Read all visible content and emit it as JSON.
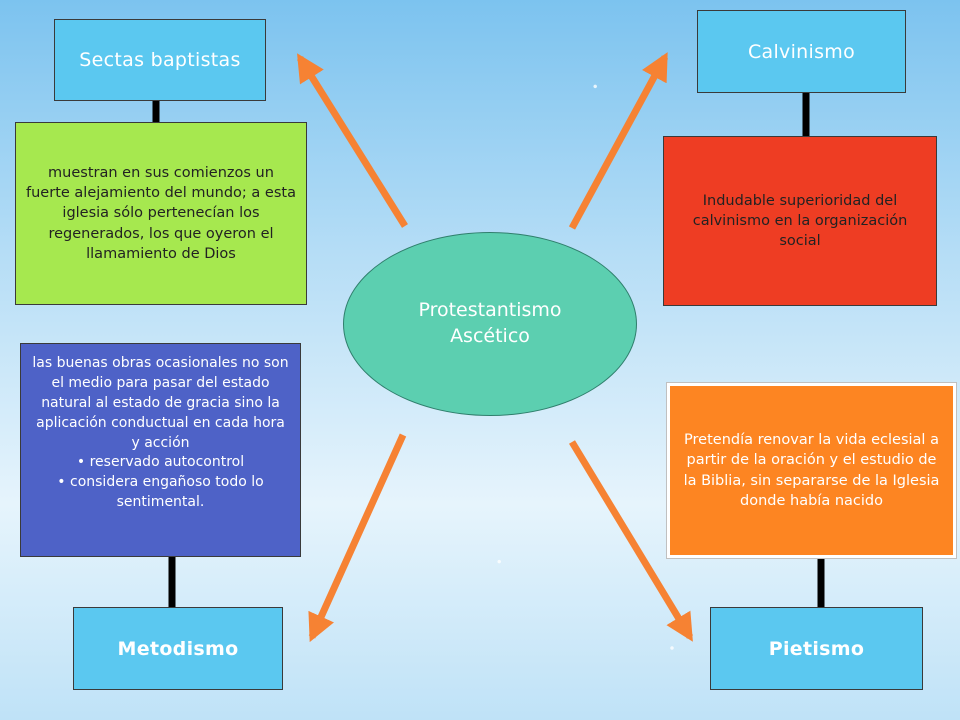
{
  "center": {
    "line1": "Protestantismo",
    "line2": "Ascético"
  },
  "branches": {
    "sectas": {
      "title": "Sectas baptistas",
      "text": "muestran en sus comienzos un fuerte alejamiento del mundo; a esta iglesia sólo pertenecían los regenerados, los que oyeron el llamamiento de Dios"
    },
    "calvinismo": {
      "title": "Calvinismo",
      "text": "Indudable superioridad del calvinismo en la organización social"
    },
    "metodismo": {
      "title": "Metodismo",
      "text": "las buenas obras ocasionales no son el medio para pasar del estado natural al estado de gracia sino la aplicación conductual en cada hora y acción",
      "bullets": [
        "reservado autocontrol",
        "considera engañoso todo lo sentimental."
      ]
    },
    "pietismo": {
      "title": "Pietismo",
      "text": "Pretendía renovar la vida eclesial a partir de la oración y el estudio de la Biblia, sin separarse de la Iglesia donde había nacido"
    }
  },
  "colors": {
    "title_box": "#5bc8f0",
    "sectas_desc": "#a6e84f",
    "calvinismo_desc": "#ee3d23",
    "metodismo_desc": "#4e62c7",
    "pietismo_desc": "#fd8522",
    "center": "#5ccfb0",
    "arrow": "#f68233",
    "connector": "#000000"
  }
}
